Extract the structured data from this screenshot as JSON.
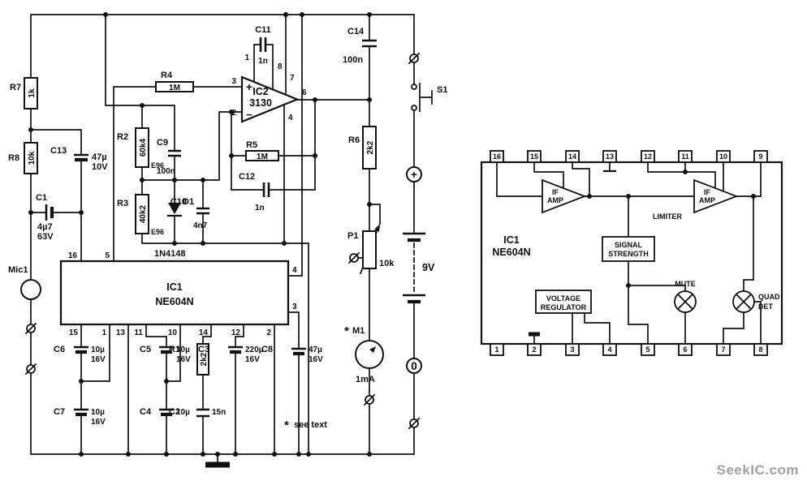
{
  "ink_color": "#111111",
  "watermark": {
    "text": "SeekIC.com",
    "color": "#9aa5a0"
  },
  "note": {
    "mark": "*",
    "text": "see text"
  },
  "main": {
    "components": {
      "R7": {
        "ref": "R7",
        "value": "1k"
      },
      "R8": {
        "ref": "R8",
        "value": "10k"
      },
      "R4": {
        "ref": "R4",
        "value": "1M"
      },
      "R2": {
        "ref": "R2",
        "value": "60k4",
        "series": "E96"
      },
      "R3": {
        "ref": "R3",
        "value": "40k2",
        "series": "E96"
      },
      "R5": {
        "ref": "R5",
        "value": "1M"
      },
      "R6": {
        "ref": "R6",
        "value": "2k2"
      },
      "R1": {
        "ref": "R1",
        "value": "2k2"
      },
      "P1": {
        "ref": "P1",
        "value": "10k"
      },
      "C1": {
        "ref": "C1",
        "value": "4µ7",
        "voltage": "63V"
      },
      "C13": {
        "ref": "C13",
        "value": "47µ",
        "voltage": "10V"
      },
      "C9": {
        "ref": "C9",
        "value": "100n"
      },
      "C10": {
        "ref": "C10",
        "value": "4n7"
      },
      "C11": {
        "ref": "C11",
        "value": "1n"
      },
      "C12": {
        "ref": "C12",
        "value": "1n"
      },
      "C14": {
        "ref": "C14",
        "value": "100n"
      },
      "C6": {
        "ref": "C6",
        "value": "10µ",
        "voltage": "16V"
      },
      "C7": {
        "ref": "C7",
        "value": "10µ",
        "voltage": "16V"
      },
      "C5": {
        "ref": "C5",
        "value": "10µ",
        "voltage": "16V"
      },
      "C4": {
        "ref": "C4",
        "value": "10µ"
      },
      "C2": {
        "ref": "C2",
        "value": "15n"
      },
      "C3": {
        "ref": "C3",
        "value": "220µ",
        "voltage": "16V"
      },
      "C8": {
        "ref": "C8",
        "value": "47µ",
        "voltage": "16V"
      },
      "D1": {
        "ref": "D1",
        "part": "1N4148"
      },
      "S1": {
        "ref": "S1"
      },
      "M1": {
        "ref": "M1",
        "value": "1mA",
        "mark": "*"
      },
      "MIC1": {
        "ref": "Mic1"
      }
    },
    "ic2": {
      "ref": "IC2",
      "part": "3130",
      "plus": "+",
      "minus": "−",
      "pin1": "1",
      "pin2": "2",
      "pin3": "3",
      "pin4": "4",
      "pin6": "6",
      "pin7": "7",
      "pin8": "8"
    },
    "ic1": {
      "ref": "IC1",
      "part": "NE604N",
      "pin16": "16",
      "pin5": "5",
      "pin4": "4",
      "pin3": "3",
      "pin15": "15",
      "pin1": "1",
      "pin13": "13",
      "pin11": "11",
      "pin10": "10",
      "pin14": "14",
      "pin12": "12",
      "pin2": "2"
    },
    "battery": {
      "value": "9V"
    },
    "terminals": {
      "plus": "+",
      "zero": "0"
    }
  },
  "block": {
    "ic": {
      "ref": "IC1",
      "part": "NE604N"
    },
    "top_pins": [
      "16",
      "15",
      "14",
      "13",
      "12",
      "11",
      "10",
      "9"
    ],
    "bottom_pins": [
      "1",
      "2",
      "3",
      "4",
      "5",
      "6",
      "7",
      "8"
    ],
    "if_amp": {
      "line1": "IF",
      "line2": "AMP"
    },
    "limiter": "LIMITER",
    "signal_strength": {
      "line1": "SIGNAL",
      "line2": "STRENGTH"
    },
    "voltage_regulator": {
      "line1": "VOLTAGE",
      "line2": "REGULATOR"
    },
    "mute": "MUTE",
    "quad_det": {
      "line1": "QUAD",
      "line2": "DET"
    }
  }
}
